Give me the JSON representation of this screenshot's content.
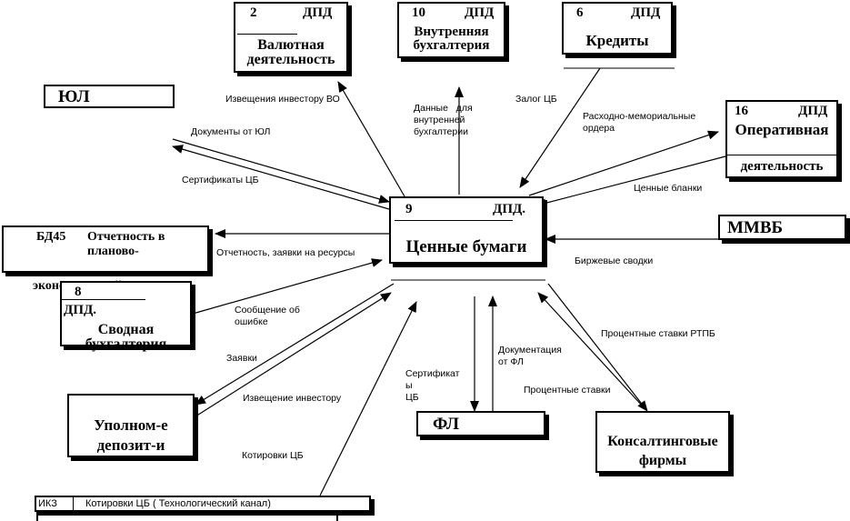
{
  "stores": {
    "currency": {
      "num": "2",
      "tag": "ДПД",
      "title": "Валютная деятельность"
    },
    "internal": {
      "num": "10",
      "tag": "ДПД",
      "title": "Внутренняя бухгалтерия"
    },
    "credits": {
      "num": "6",
      "tag": "ДПД",
      "title": "Кредиты"
    },
    "operational": {
      "num": "16",
      "tag": "ДПД",
      "title_1": "Оперативная",
      "title_2": "деятельность"
    },
    "summary": {
      "num": "8",
      "tag": "ДПД.",
      "title": "Сводная бухгалтерия"
    }
  },
  "process": {
    "num": "9",
    "tag": "ДПД.",
    "title": "Ценные бумаги"
  },
  "externals": {
    "yul": "ЮЛ",
    "mmvb": "ММВБ",
    "fl": "ФЛ",
    "planning": {
      "code": "БД45",
      "title": "Отчетность в планово-",
      "title_2": "экономический отдел"
    },
    "depository": "Уполном-е депозит-и",
    "consulting": "Консалтинговые фирмы",
    "iks": {
      "code": "ИКЗ",
      "title": "Котировки ЦБ ( Технологический канал)"
    }
  },
  "flows": {
    "investor_notice_currency": "Извещения инвестору ВО",
    "internal_data": "Данные   для\nвнутренней\nбухгалтерии",
    "pledge": "Залог ЦБ",
    "memorial_orders": "Расходно-мемориальные\nордера",
    "blanks": "Ценные бланки",
    "exchange_reports": "Биржевые сводки",
    "yul_docs": "Документы от ЮЛ",
    "certificates": "Сертификаты ЦБ",
    "reports": "Отчетность, заявки на ресурсы",
    "error_msg": "Сообщение об\nошибке",
    "requests": "Заявки",
    "investor_notice": "Извещение инвестору",
    "quotes": "Котировки ЦБ",
    "cert_fl": "Сертификат\nы\nЦБ",
    "docs_fl": "Документация\nот ФЛ",
    "rates": "Процентные ставки",
    "rates_rtpb": "Процентные ставки РТПБ"
  }
}
